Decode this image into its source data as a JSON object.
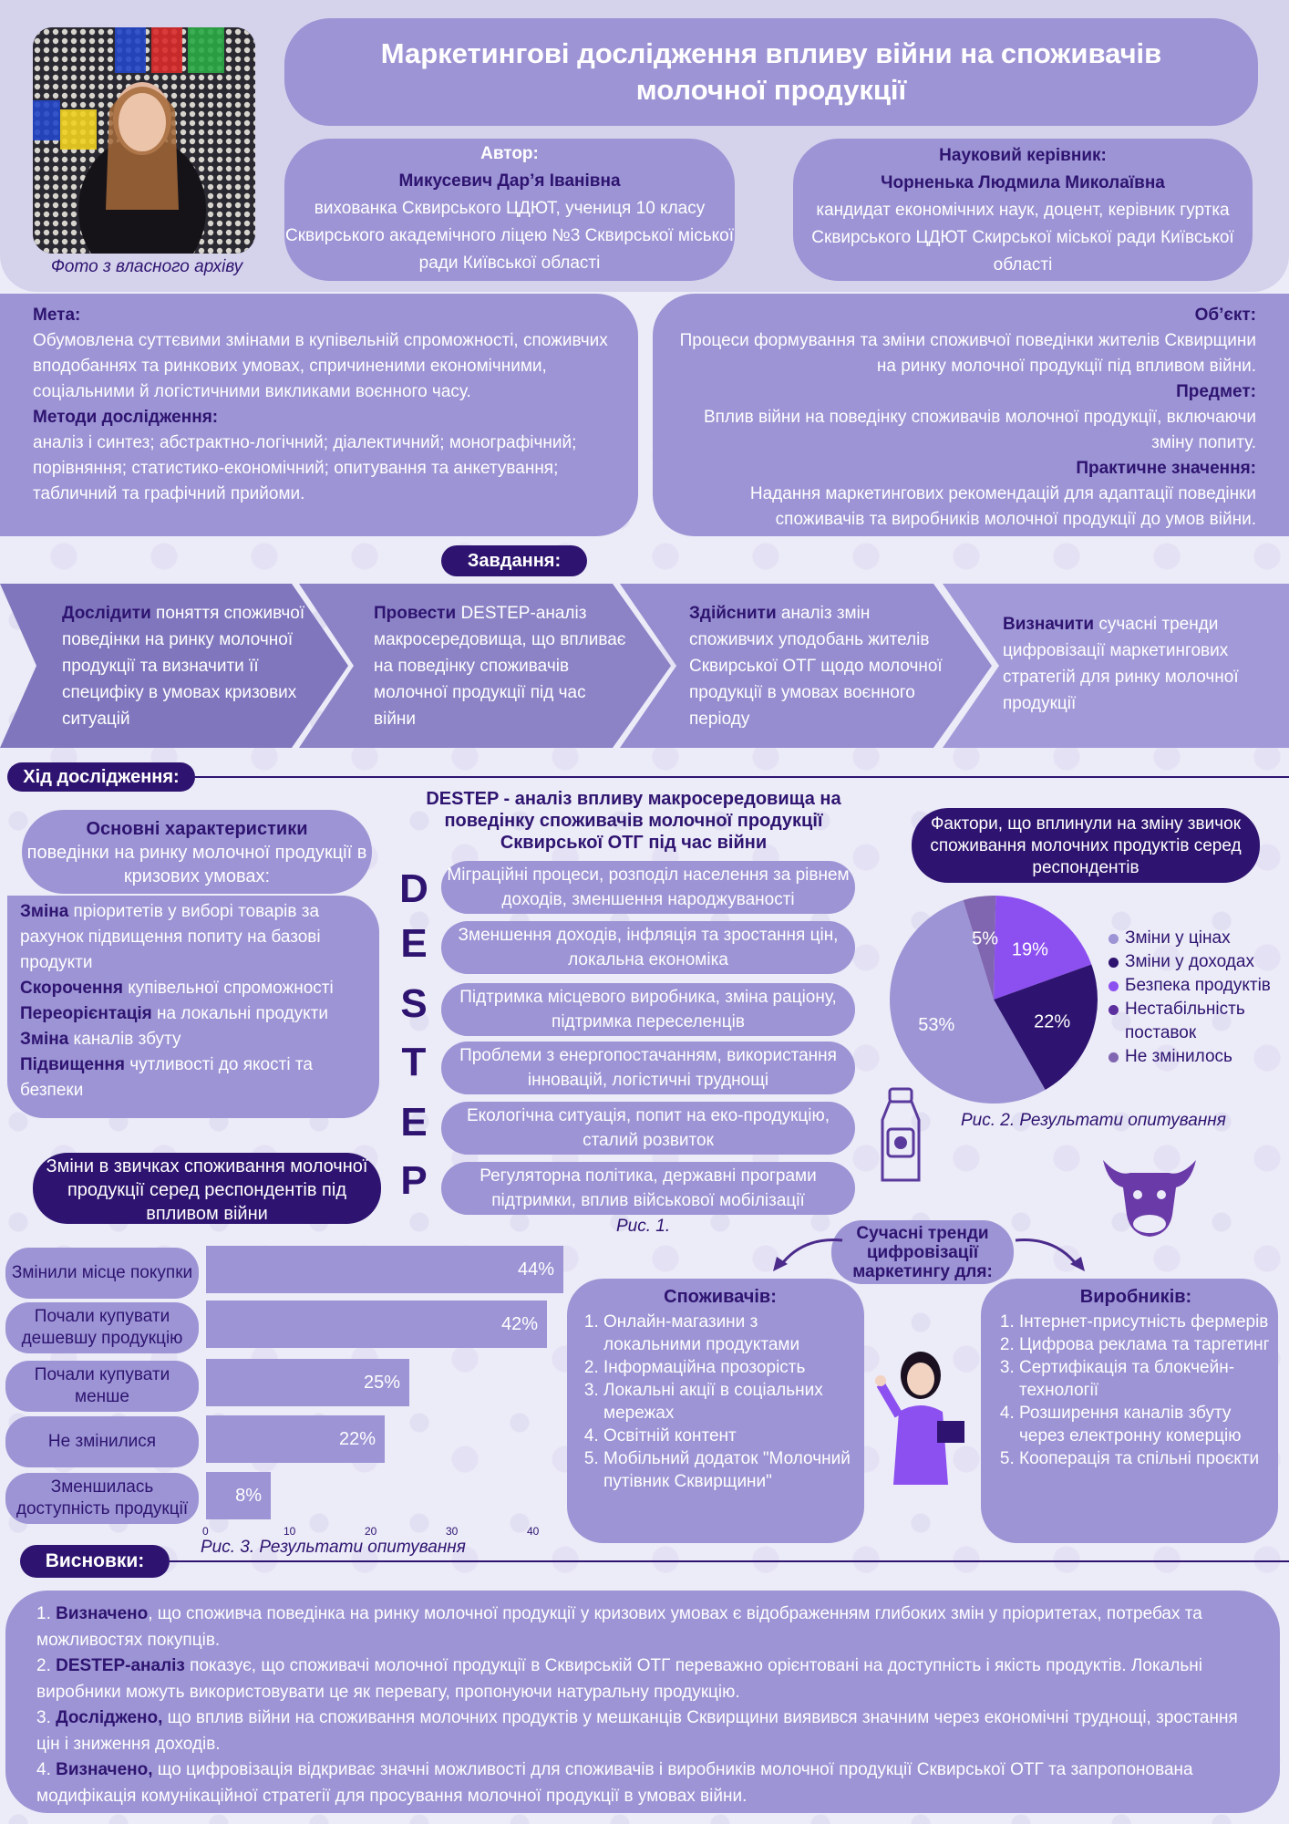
{
  "header": {
    "title": "Маркетингові дослідження впливу війни на споживачів молочної продукції",
    "photo_caption": "Фото з власного архіву"
  },
  "author": {
    "label": "Автор:",
    "name": "Микусевич Дар’я Іванівна",
    "desc": "вихованка Сквирського ЦДЮТ, учениця 10 класу Сквирського академічного ліцею №3 Сквирської міської ради Київської області"
  },
  "supervisor": {
    "label": "Науковий керівник:",
    "name": "Чорненька Людмила Миколаївна",
    "desc": "кандидат економічних наук, доцент, керівник гуртка Сквирського ЦДЮТ Скирської міської ради Київської області"
  },
  "goal": {
    "label": "Мета:",
    "text": "Обумовлена суттєвими змінами в купівельній спроможності, споживчих вподобаннях та ринкових умовах, спричиненими економічними, соціальними й логістичними викликами воєнного часу.",
    "methods_label": "Методи дослідження:",
    "methods_text": "аналіз і синтез; абстрактно-логічний; діалектичний; монографічний; порівняння; статистико-економічний; опитування та анкетування; табличний та графічний прийоми."
  },
  "object": {
    "label": "Об’єкт:",
    "text": "Процеси формування та зміни споживчої поведінки жителів Сквирщини на ринку молочної продукції під впливом війни.",
    "subject_label": "Предмет:",
    "subject_text": "Вплив війни на поведінку споживачів молочної продукції, включаючи зміну попиту.",
    "practical_label": "Практичне значення:",
    "practical_text": "Надання маркетингових рекомендацій для адаптації поведінки споживачів та виробників молочної продукції до умов війни."
  },
  "tasks": {
    "label": "Завдання:",
    "items": [
      {
        "verb": "Дослідити",
        "text": " поняття споживчої поведінки на ринку молочної продукції та визначити її специфіку в умовах кризових ситуацій"
      },
      {
        "verb": "Провести",
        "text": " DESTEP-аналіз макросередовища, що впливає на поведінку споживачів молочної продукції під час війни"
      },
      {
        "verb": "Здійснити",
        "text": " аналіз змін споживчих уподобань жителів Сквирської ОТГ щодо молочної продукції в умовах воєнного періоду"
      },
      {
        "verb": "Визначити",
        "text": " сучасні тренди цифровізації маркетингових стратегій для ринку молочної продукції"
      }
    ]
  },
  "course": {
    "label": "Хід дослідження:"
  },
  "characteristics": {
    "head_bold": "Основні характеристики",
    "head_rest": "поведінки на ринку молочної продукції в кризових умовах:",
    "items": [
      {
        "bold": "Зміна",
        "text": " пріоритетів у виборі товарів за рахунок підвищення попиту на базові продукти"
      },
      {
        "bold": "Скорочення",
        "text": " купівельної спроможності"
      },
      {
        "bold": "Переорієнтація",
        "text": " на локальні продукти"
      },
      {
        "bold": "Зміна",
        "text": " каналів збуту"
      },
      {
        "bold": "Підвищення",
        "text": " чутливості до якості та безпеки"
      }
    ]
  },
  "destep": {
    "title": "DESTEP - аналіз впливу макросередовища на поведінку споживачів молочної продукції Сквирської ОТГ під час війни",
    "letters": [
      "D",
      "E",
      "S",
      "T",
      "E",
      "P"
    ],
    "items": [
      "Міграційні процеси, розподіл населення за рівнем доходів, зменшення народжуваності",
      "Зменшення доходів, інфляція та зростання цін, локальна економіка",
      "Підтримка місцевого виробника, зміна раціону, підтримка переселенців",
      "Проблеми з енергопостачанням, використання інновацій, логістичні труднощі",
      "Екологічна ситуація, попит на еко-продукцію, сталий розвиток",
      "Регуляторна політика, державні програми підтримки, вплив військової мобілізації"
    ],
    "caption": "Рис. 1."
  },
  "factors": {
    "head": "Фактори, що вплинули на зміну звичок споживання молочних продуктів серед респондентів",
    "caption": "Рис. 2. Результати опитування"
  },
  "habits": {
    "head": "Зміни в звичках споживання молочної продукції серед респондентів під впливом війни",
    "caption": "Рис. 3. Результати опитування"
  },
  "chart_data": [
    {
      "type": "pie",
      "labels": [
        "Зміни у цінах",
        "Зміни у доходах",
        "Безпека продуктів",
        "Нестабільність поставок",
        "Не змінилось"
      ],
      "values": [
        53,
        22,
        19,
        null,
        5
      ],
      "display_labels": [
        "53%",
        "22%",
        "19%",
        "",
        "5%"
      ],
      "colors": [
        "#9c94d4",
        "#2e1470",
        "#8c4ff0",
        "#5c2f9e",
        "#8066b0"
      ],
      "legend_placement": "right"
    },
    {
      "type": "bar",
      "orientation": "horizontal",
      "categories": [
        "Змінили місце покупки",
        "Почали купувати дешевшу продукцію",
        "Почали купувати менше",
        "Не змінилися",
        "Зменшилась доступність продукції"
      ],
      "values": [
        44,
        42,
        25,
        22,
        8
      ],
      "value_labels": [
        "44%",
        "42%",
        "25%",
        "22%",
        "8%"
      ],
      "xlim": [
        0,
        45
      ],
      "xticks": [
        "0",
        "10",
        "20",
        "30",
        "40"
      ]
    }
  ],
  "trends": {
    "head": "Сучасні тренди цифровізації маркетингу для:",
    "consumers_label": "Споживачів:",
    "consumers": [
      "Онлайн-магазини з локальними продуктами",
      "Інформаційна прозорість",
      "Локальні акції в соціальних мережах",
      "Освітній контент",
      "Мобільний додаток \"Молочний путівник Сквирщини\""
    ],
    "producers_label": "Виробників:",
    "producers": [
      "Інтернет-присутність фермерів",
      "Цифрова реклама та таргетинг",
      "Сертифікація та блокчейн-технології",
      "Розширення каналів збуту через електронну комерцію",
      "Кооперація та спільні проєкти"
    ]
  },
  "conclusions": {
    "label": "Висновки:",
    "items": [
      {
        "num": " 1. ",
        "bold": "Визначено",
        "text": ", що споживча поведінка на ринку молочної продукції у кризових умовах є відображенням глибоких змін у пріоритетах, потребах та можливостях покупців."
      },
      {
        "num": "2. ",
        "bold": "DESTEP-аналіз",
        "text": " показує, що споживачі молочної продукції в Сквирській ОТГ переважно орієнтовані на доступність і якість продуктів. Локальні виробники можуть використовувати це як перевагу, пропонуючи натуральну продукцію."
      },
      {
        "num": "3. ",
        "bold": "Досліджено,",
        "text": " що вплив війни на споживання молочних продуктів у мешканців Сквирщини виявився значним через економічні труднощі, зростання цін і зниження доходів."
      },
      {
        "num": "4. ",
        "bold": "Визначено,",
        "text": " що цифровізація відкриває значні можливості для споживачів і виробників молочної продукції Сквирської ОТГ та запропонована модифікація комунікаційної стратегії для просування молочної продукції в умовах війни."
      }
    ]
  },
  "colors": {
    "accent": "#9c94d4",
    "dark": "#2e1470",
    "background": "#ecebf8"
  }
}
